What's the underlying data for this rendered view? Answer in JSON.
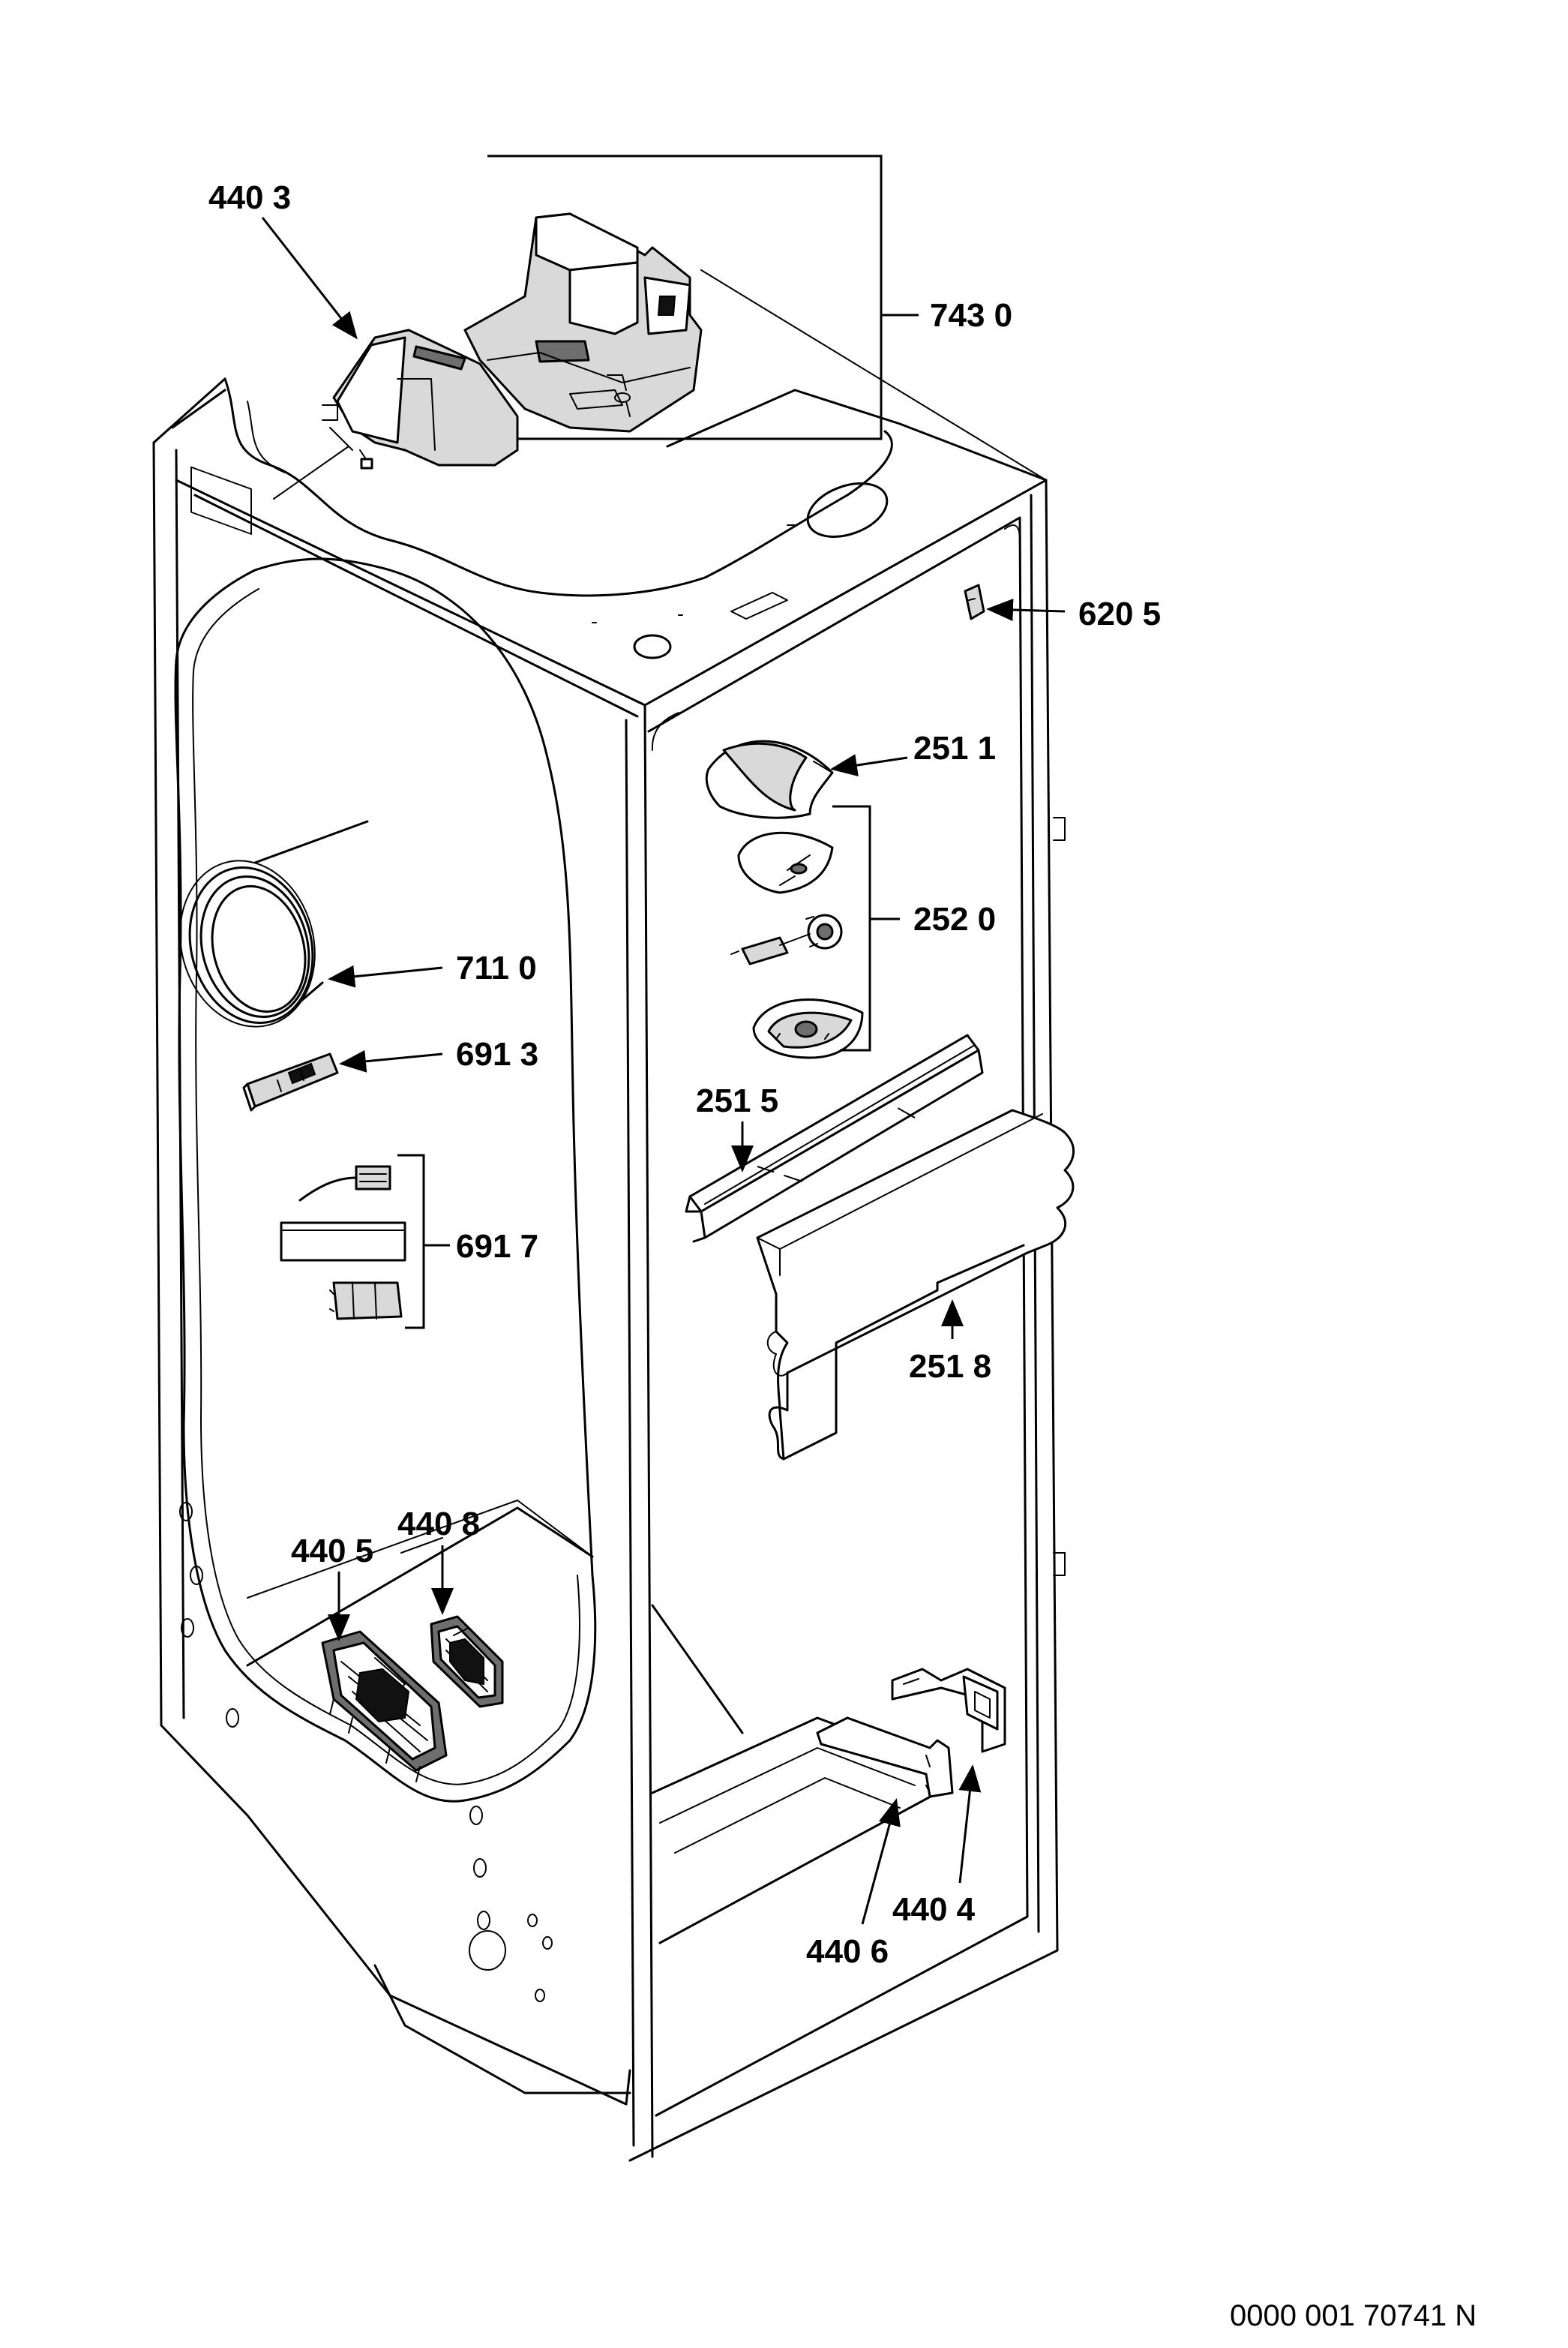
{
  "diagram": {
    "parts": [
      {
        "id": "p4403",
        "label": "440 3"
      },
      {
        "id": "p7430",
        "label": "743 0"
      },
      {
        "id": "p6205",
        "label": "620 5"
      },
      {
        "id": "p2511",
        "label": "251 1"
      },
      {
        "id": "p2520",
        "label": "252 0"
      },
      {
        "id": "p7110",
        "label": "711 0"
      },
      {
        "id": "p6913",
        "label": "691 3"
      },
      {
        "id": "p2515",
        "label": "251 5"
      },
      {
        "id": "p6917",
        "label": "691 7"
      },
      {
        "id": "p2518",
        "label": "251 8"
      },
      {
        "id": "p4408",
        "label": "440 8"
      },
      {
        "id": "p4405",
        "label": "440 5"
      },
      {
        "id": "p4404",
        "label": "440 4"
      },
      {
        "id": "p4406",
        "label": "440 6"
      }
    ],
    "document_id": "0000 001 70741 N"
  }
}
